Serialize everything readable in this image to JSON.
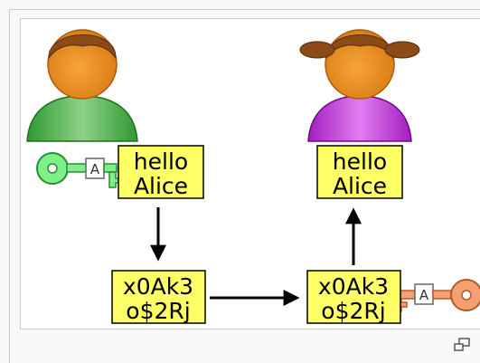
{
  "figure": {
    "plaintext_sender": [
      "hello",
      "Alice"
    ],
    "plaintext_receiver": [
      "hello",
      "Alice"
    ],
    "ciphertext_left": [
      "x0Ak3",
      "o$2Rj"
    ],
    "ciphertext_right": [
      "x0Ak3",
      "o$2Rj"
    ],
    "key_left_label": "A",
    "key_right_label": "A"
  },
  "colors": {
    "sender_body": "#4fb84a",
    "receiver_body": "#bf3fd6",
    "head": "#f0921f",
    "hair": "#8b4a17",
    "box_fill": "#ffff66",
    "key_left": "#7df08a",
    "key_right": "#f4a070"
  },
  "icons": {
    "enlarge": "enlarge-icon"
  }
}
